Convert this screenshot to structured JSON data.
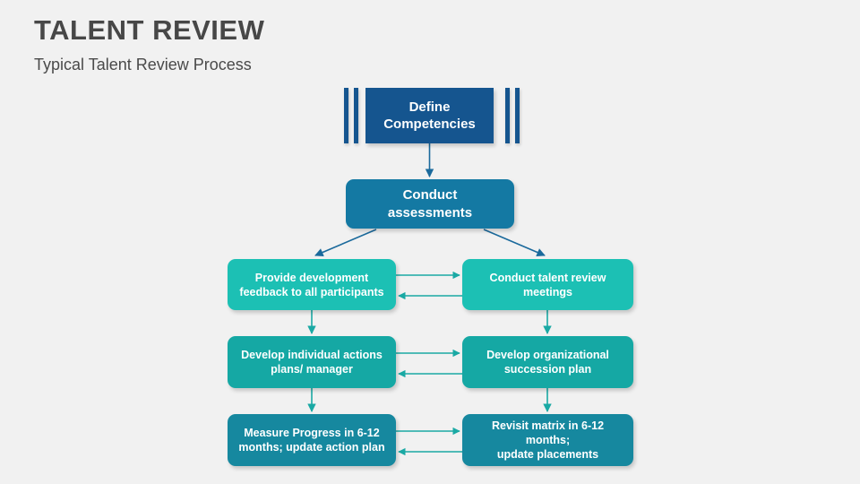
{
  "header": {
    "title": "TALENT REVIEW",
    "subtitle": "Typical Talent Review Process"
  },
  "colors": {
    "background": "#f1f1f1",
    "title_text": "#474747",
    "dark_blue": "#15558f",
    "medium_blue": "#1479a3",
    "teal_bright": "#1cc0b4",
    "teal_mid": "#15a8a4",
    "teal_dark": "#16889f",
    "arrow_blue": "#1b6a9c",
    "arrow_teal": "#1aa9a4"
  },
  "diagram": {
    "nodes": [
      {
        "id": "define-competencies",
        "label": "Define\nCompetencies"
      },
      {
        "id": "conduct-assessments",
        "label": "Conduct\nassessments"
      },
      {
        "id": "provide-feedback",
        "label": "Provide development\nfeedback to all participants"
      },
      {
        "id": "talent-review-meetings",
        "label": "Conduct talent review\nmeetings"
      },
      {
        "id": "individual-action-plans",
        "label": "Develop individual actions\nplans/ manager"
      },
      {
        "id": "succession-plan",
        "label": "Develop organizational\nsuccession plan"
      },
      {
        "id": "measure-progress",
        "label": "Measure Progress in 6-12\nmonths; update action plan"
      },
      {
        "id": "revisit-matrix",
        "label": "Revisit matrix in 6-12 months;\nupdate placements"
      }
    ],
    "decorative_bars": {
      "count": 4,
      "description": "two vertical bars at each side of the top node"
    },
    "connections": [
      {
        "from": "define-competencies",
        "to": "conduct-assessments",
        "type": "vertical-down"
      },
      {
        "from": "conduct-assessments",
        "to": "provide-feedback",
        "type": "diagonal-down-left"
      },
      {
        "from": "conduct-assessments",
        "to": "talent-review-meetings",
        "type": "diagonal-down-right"
      },
      {
        "from": "provide-feedback",
        "to": "talent-review-meetings",
        "type": "horizontal-right"
      },
      {
        "from": "talent-review-meetings",
        "to": "provide-feedback",
        "type": "horizontal-left"
      },
      {
        "from": "provide-feedback",
        "to": "individual-action-plans",
        "type": "vertical-down"
      },
      {
        "from": "talent-review-meetings",
        "to": "succession-plan",
        "type": "vertical-down"
      },
      {
        "from": "individual-action-plans",
        "to": "succession-plan",
        "type": "horizontal-right"
      },
      {
        "from": "succession-plan",
        "to": "individual-action-plans",
        "type": "horizontal-left"
      },
      {
        "from": "individual-action-plans",
        "to": "measure-progress",
        "type": "vertical-down"
      },
      {
        "from": "succession-plan",
        "to": "revisit-matrix",
        "type": "vertical-down"
      },
      {
        "from": "measure-progress",
        "to": "revisit-matrix",
        "type": "horizontal-right"
      },
      {
        "from": "revisit-matrix",
        "to": "measure-progress",
        "type": "horizontal-left"
      }
    ]
  }
}
